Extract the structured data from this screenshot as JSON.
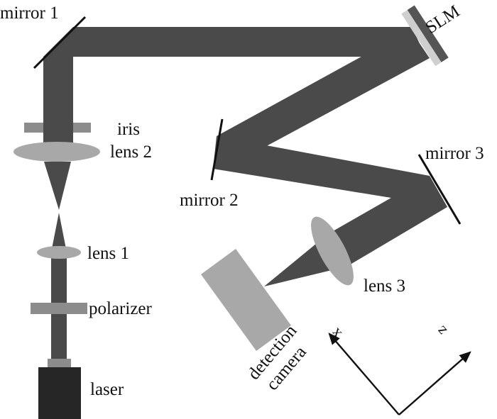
{
  "title": "Optical setup schematic",
  "colors": {
    "beam": "#4a4a4a",
    "component_light": "#a8a8a8",
    "component_mid": "#8c8c8c",
    "laser_body": "#262626",
    "slm_face": "#cfcfcf",
    "slm_back": "#555555",
    "mirror_line": "#111111"
  },
  "components": {
    "mirror_1": "mirror 1",
    "slm": "SLM",
    "iris": "iris",
    "lens_2": "lens 2",
    "mirror_2": "mirror 2",
    "mirror_3": "mirror 3",
    "lens_1": "lens 1",
    "lens_3": "lens 3",
    "polarizer": "polarizer",
    "laser": "laser",
    "detection_camera_line1": "detection",
    "detection_camera_line2": "camera"
  },
  "axes": {
    "x_label": "x",
    "z_label": "z"
  }
}
